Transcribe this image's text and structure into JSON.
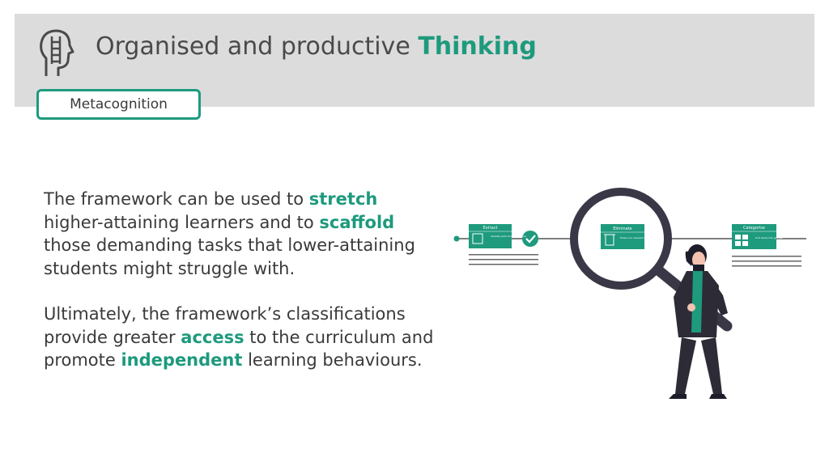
{
  "header": {
    "title_plain": "Organised and productive ",
    "title_accent": "Thinking",
    "icon": "head-ladder-icon"
  },
  "tag": {
    "label": "Metacognition"
  },
  "body": {
    "p1": {
      "t1": "The framework can be used to ",
      "h1": "stretch",
      "t2": " higher-attaining learners and to ",
      "h2": "scaffold",
      "t3": " those demanding tasks that lower-attaining students might struggle with."
    },
    "p2": {
      "t1": "Ultimately, the framework’s classifications provide greater ",
      "h1": "access",
      "t2": " to the curriculum and promote ",
      "h2": "independent",
      "t3": " learning behaviours."
    }
  },
  "illustration": {
    "cards": [
      {
        "title": "Extract",
        "text": "Identify parts from the whole."
      },
      {
        "title": "Eliminate",
        "text": "Erase non relevant information."
      },
      {
        "title": "Categorise",
        "text": "Sort items into groups."
      }
    ]
  },
  "colors": {
    "accent": "#1e9a7d",
    "header_bg": "#dcdcdc",
    "text": "#3a3a3a",
    "dark": "#3a3847"
  }
}
